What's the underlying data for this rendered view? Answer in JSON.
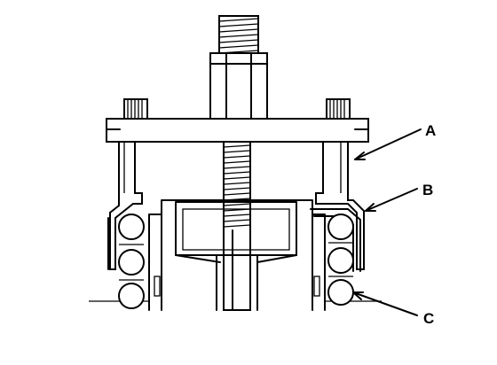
{
  "diagram": {
    "callouts": [
      {
        "id": "A",
        "label": "A"
      },
      {
        "id": "B",
        "label": "B"
      },
      {
        "id": "C",
        "label": "C"
      }
    ],
    "colors": {
      "ink": "#000000",
      "paper": "#ffffff"
    }
  }
}
